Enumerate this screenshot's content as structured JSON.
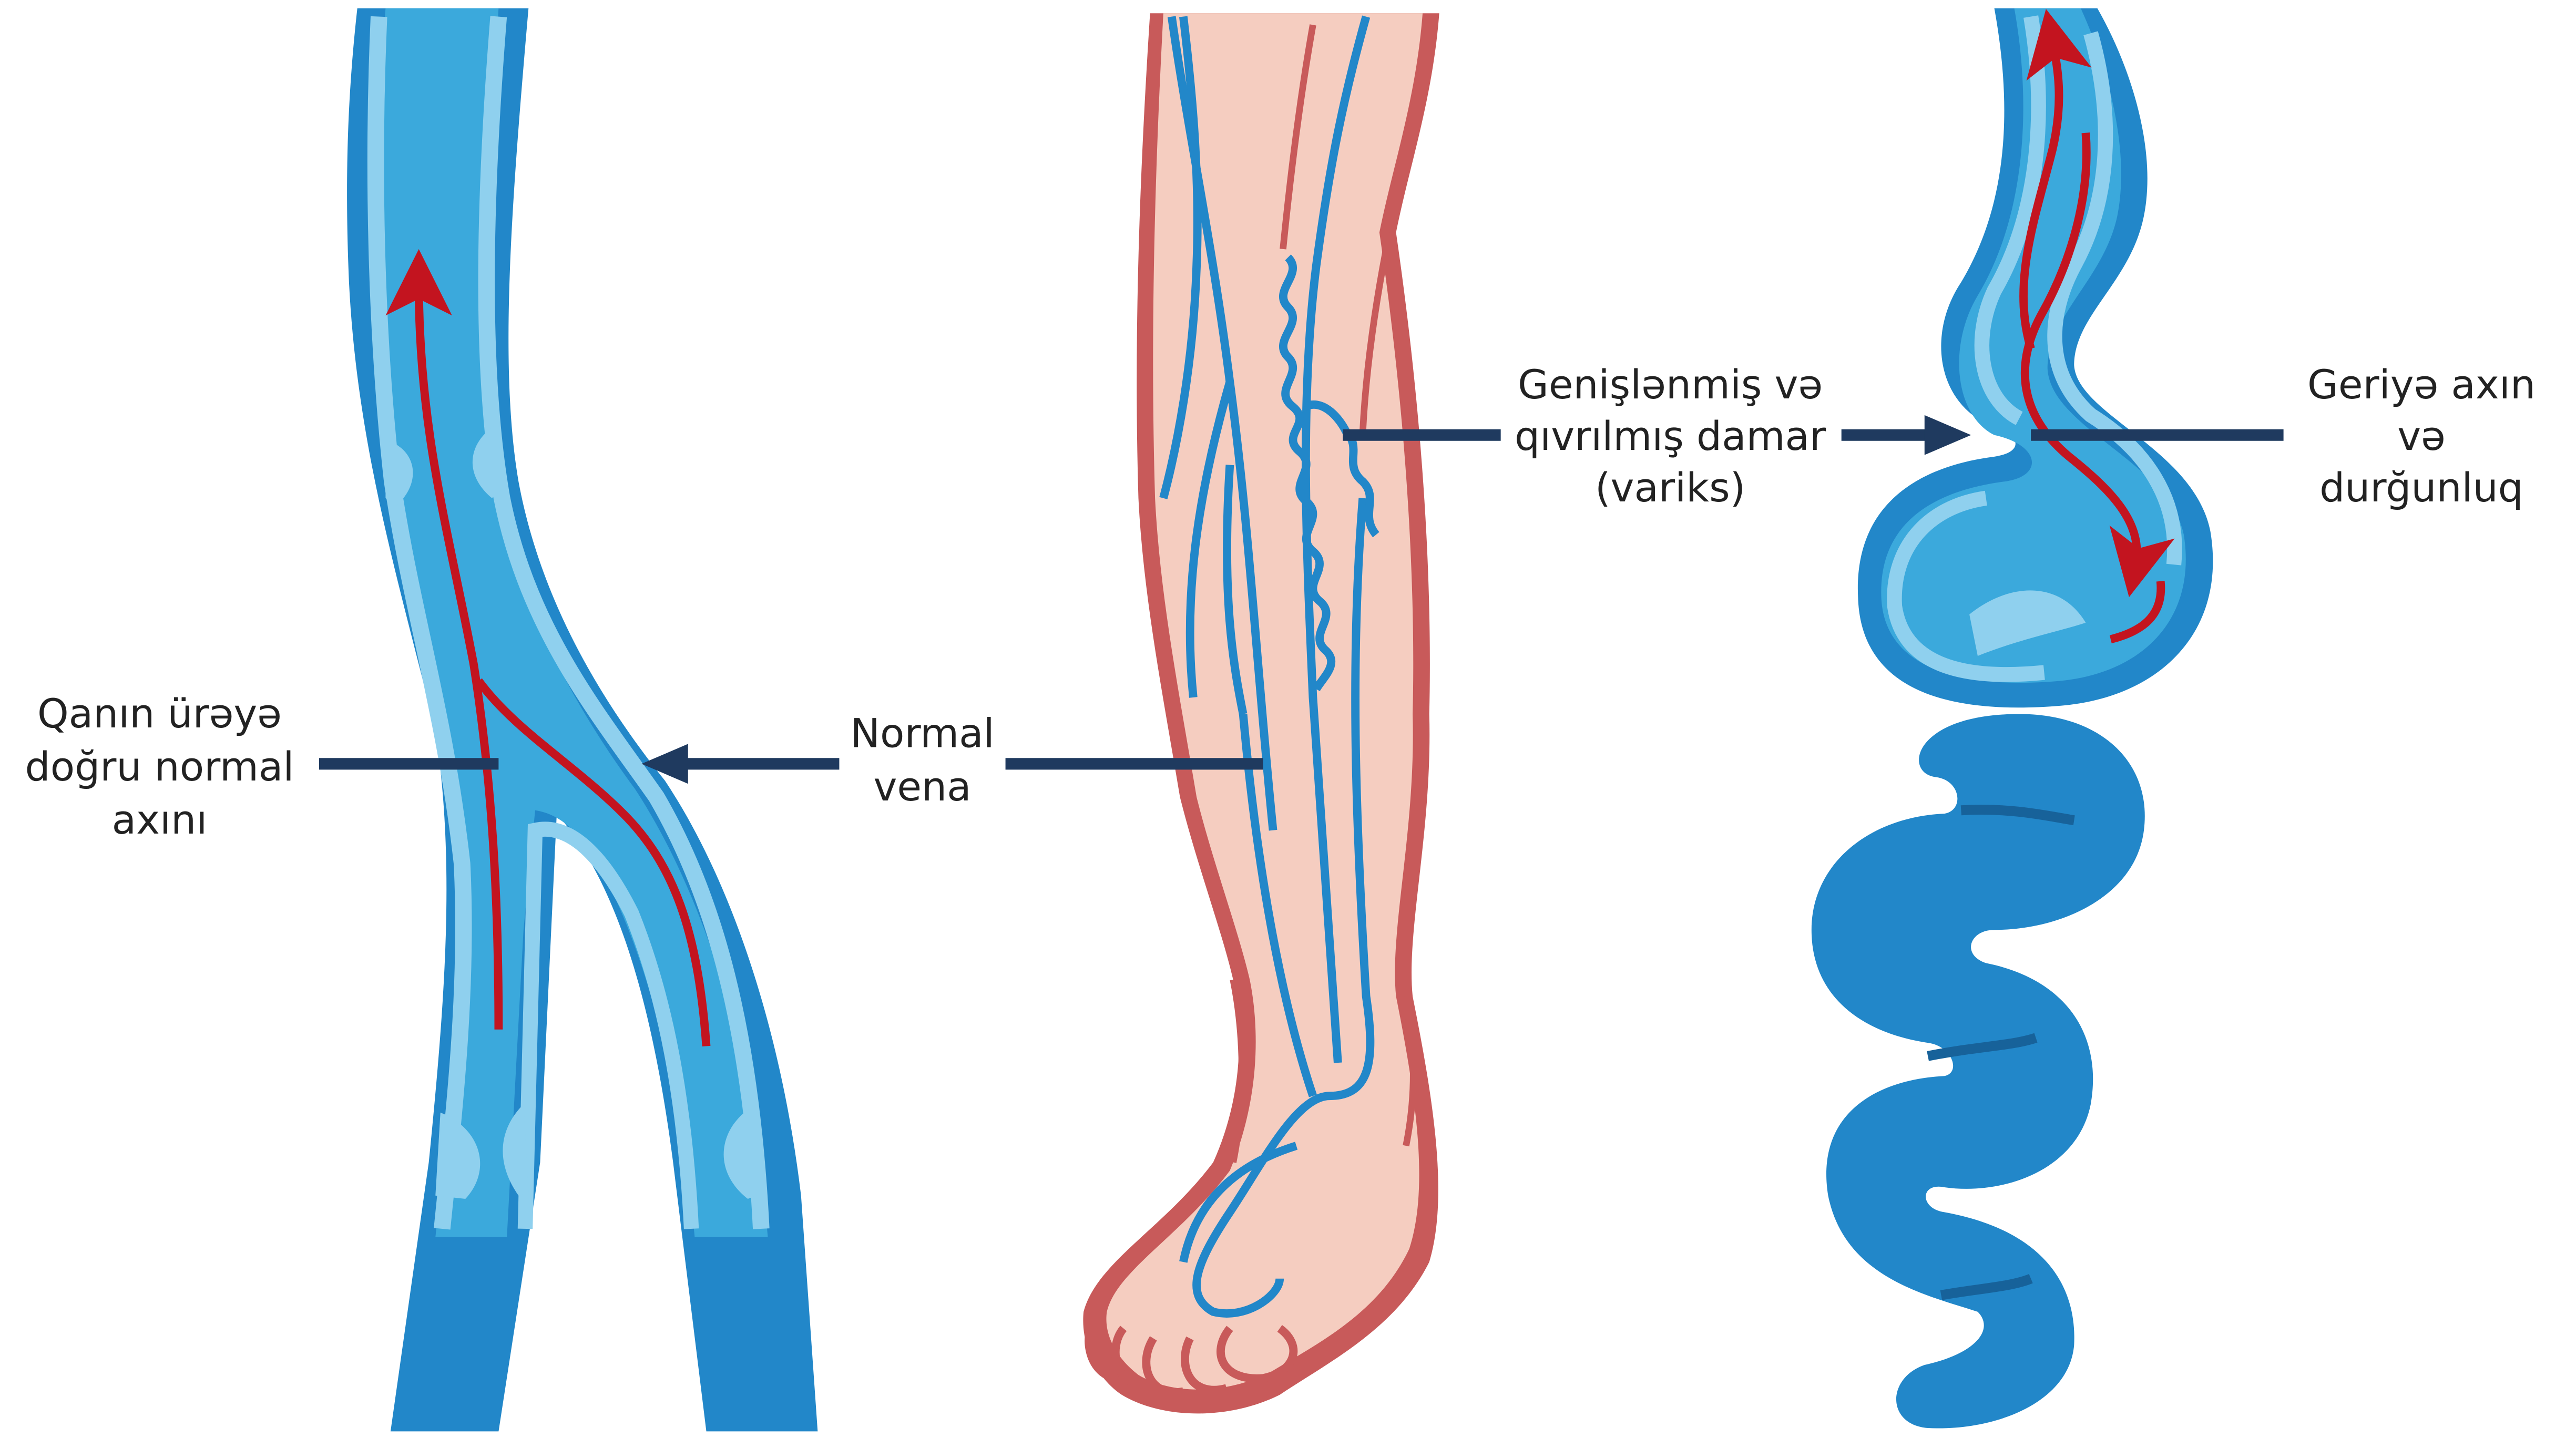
{
  "labels": {
    "normal_flow": [
      "Qanın ürəyə",
      "doğru normal",
      "axını"
    ],
    "normal_vein": [
      "Normal",
      "vena"
    ],
    "varicose_vein": [
      "Genişlənmiş və",
      "qıvrılmış damar",
      "(variks)"
    ],
    "backflow": [
      "Geriyə axın",
      "və",
      "durğunluq"
    ]
  },
  "colors": {
    "vein_outer": "#2287c9",
    "vein_inner": "#3ba9dc",
    "vein_highlight": "#8fd0ee",
    "blood_flow": "#c3141f",
    "skin": "#f5cdc0",
    "skin_outline": "#c85a5a",
    "leader_line": "#1f3a5f"
  },
  "icons": {
    "flow_arrow": "red-arrow-icon",
    "pointer_arrow": "arrowhead-icon"
  }
}
